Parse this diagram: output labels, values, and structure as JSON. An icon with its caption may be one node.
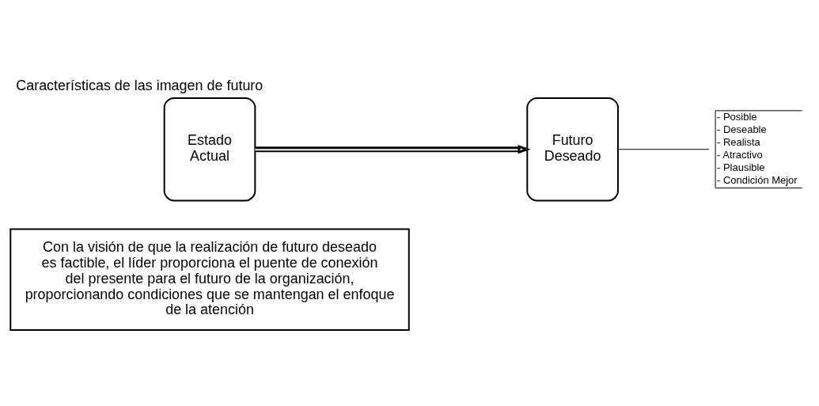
{
  "diagram": {
    "title": "Características de las imagen de futuro",
    "nodes": [
      {
        "text": [
          "Estado Actual"
        ]
      },
      {
        "text": [
          "Futuro Deseado"
        ]
      },
      {
        "text": [
          "- Posible",
          "- Deseable",
          "- Realista",
          "- Atractivo",
          "- Plausible",
          "- Condición Mejor"
        ]
      },
      {
        "text": [
          "Con la visión de que la realización de futuro deseado es factible, el líder proporciona el puente de conexión del presente para el futuro de la organización, proporcionando condiciones que se mantengan el enfoque de la atención"
        ]
      }
    ],
    "edges": [
      {
        "from": 0,
        "to": 1,
        "arrow": "to",
        "style": "thick"
      },
      {
        "from": 1,
        "to": 2,
        "arrow": "none"
      }
    ]
  }
}
